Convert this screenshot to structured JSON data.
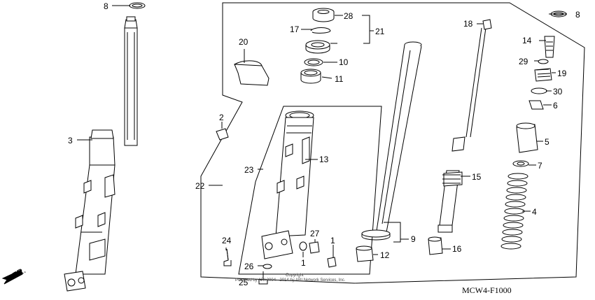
{
  "diagram": {
    "code": "MCW4-F1000",
    "direction_label": "FR.",
    "watermark": "Copyright",
    "watermark_line": "Powered by ARI  2004 - 2014 by ARI Network Services, Inc.",
    "callouts": {
      "c1a": "1",
      "c1b": "1",
      "c2": "2",
      "c3": "3",
      "c4": "4",
      "c5": "5",
      "c6": "6",
      "c7": "7",
      "c8a": "8",
      "c8b": "8",
      "c9": "9",
      "c10": "10",
      "c11": "11",
      "c12": "12",
      "c13": "13",
      "c14": "14",
      "c15": "15",
      "c16": "16",
      "c17": "17",
      "c18": "18",
      "c19": "19",
      "c20": "20",
      "c21": "21",
      "c22": "22",
      "c23": "23",
      "c24": "24",
      "c25": "25",
      "c26": "26",
      "c27": "27",
      "c28": "28",
      "c29": "29",
      "c30": "30"
    }
  }
}
